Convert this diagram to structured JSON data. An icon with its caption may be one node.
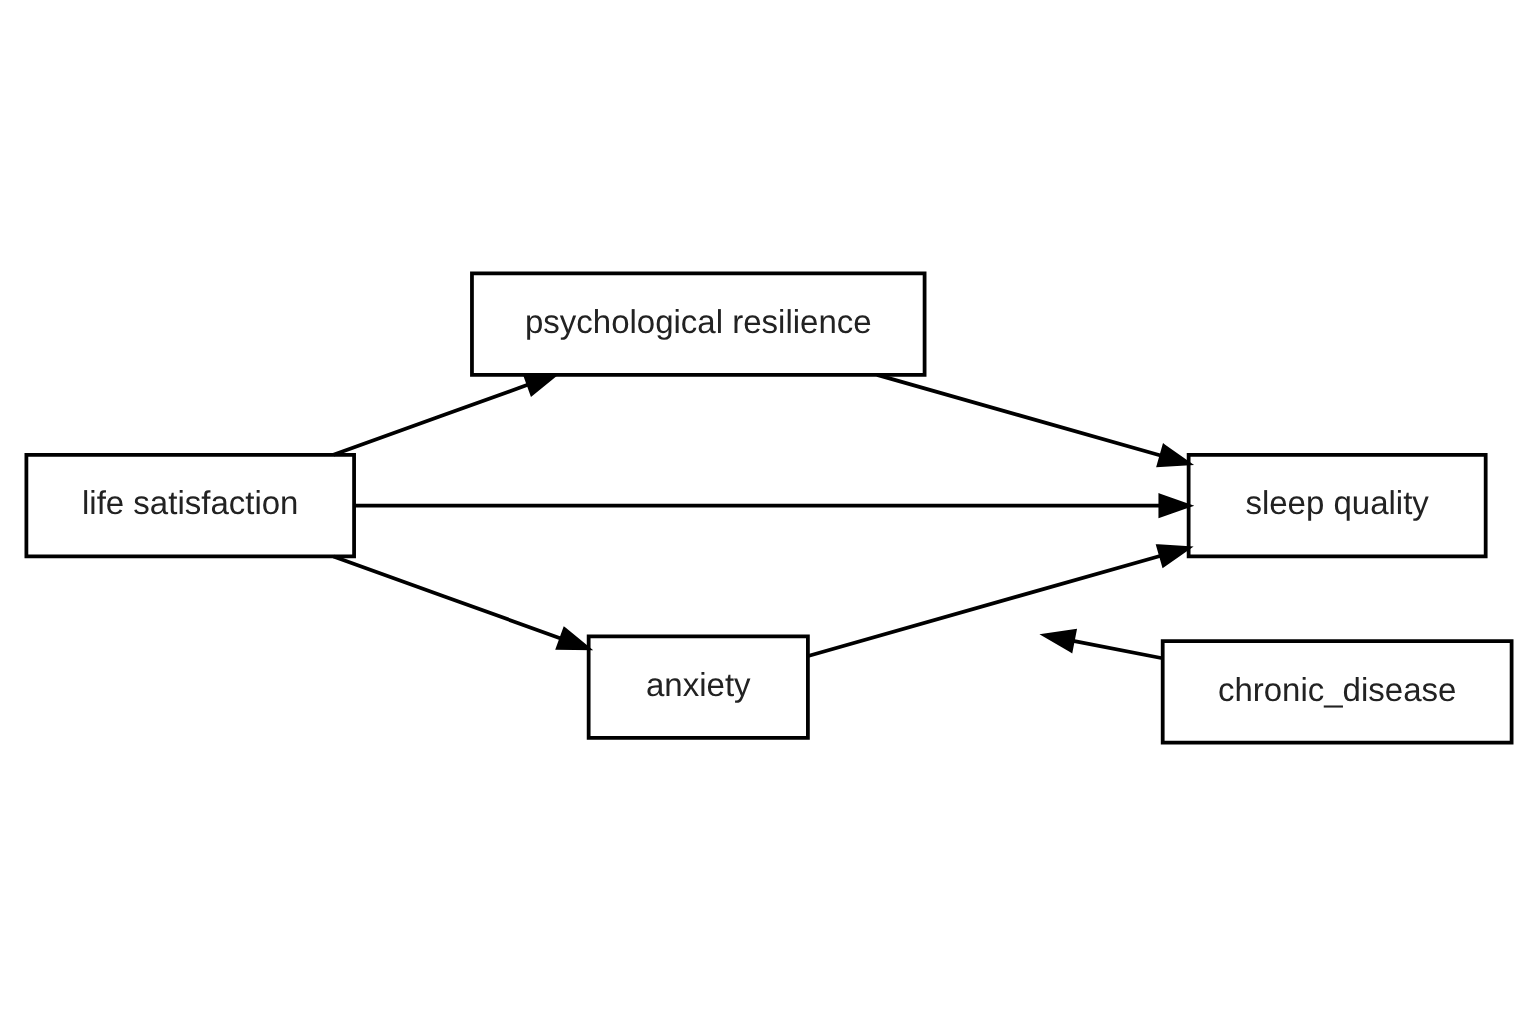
{
  "diagram": {
    "nodes": [
      {
        "text": [
          "psychological resilience"
        ]
      },
      {
        "text": [
          "life satisfaction"
        ]
      },
      {
        "text": [
          "sleep quality"
        ]
      },
      {
        "text": [
          "anxiety"
        ]
      },
      {
        "text": [
          "chronic_disease"
        ]
      }
    ],
    "edges": [
      {
        "from": 1,
        "to": 0,
        "arrow": "to"
      },
      {
        "from": 0,
        "to": 2,
        "arrow": "to"
      },
      {
        "from": 1,
        "to": 2,
        "arrow": "to"
      },
      {
        "from": 1,
        "to": 3,
        "arrow": "to"
      },
      {
        "from": 3,
        "to": 2,
        "arrow": "to"
      },
      {
        "from": 4,
        "to": null,
        "arrow": "to"
      }
    ]
  }
}
